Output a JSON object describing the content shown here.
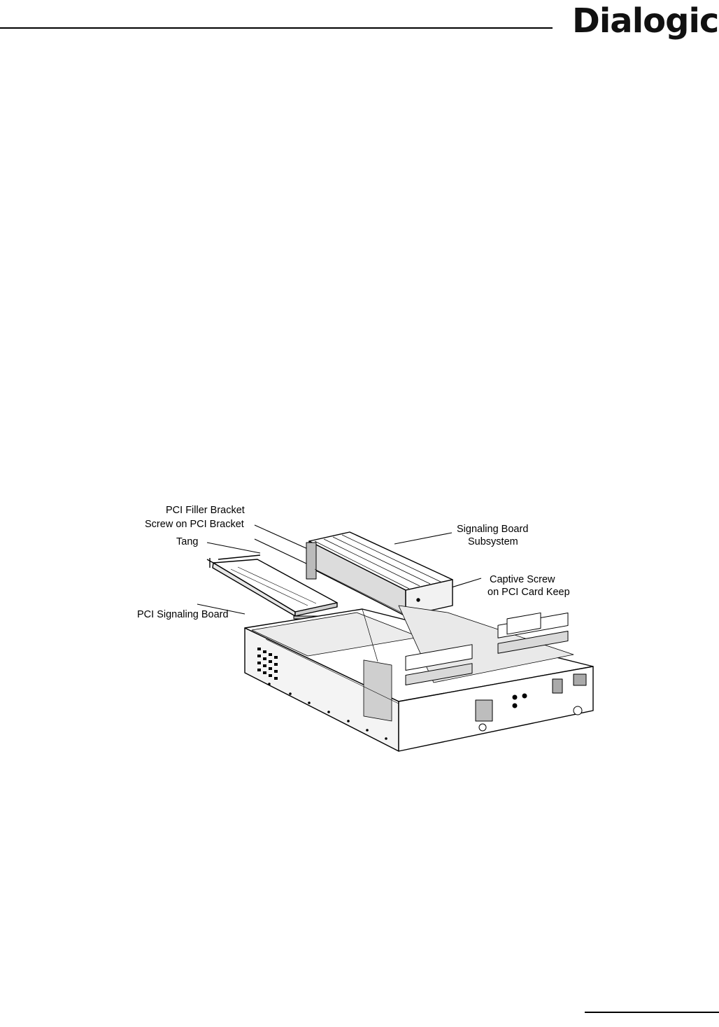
{
  "header": {
    "logo_text": "Dialogic",
    "logo_mark": "®"
  },
  "figure": {
    "callouts": {
      "pci_filler_bracket": "PCI Filler Bracket",
      "screw_on_pci_bracket": "Screw on PCI Bracket",
      "tang": "Tang",
      "pci_signaling_board": "PCI Signaling Board",
      "signaling_board_line1": "Signaling Board",
      "signaling_board_line2": "Subsystem",
      "captive_screw_line1": "Captive Screw",
      "captive_screw_line2": "on PCI Card Keep"
    }
  }
}
